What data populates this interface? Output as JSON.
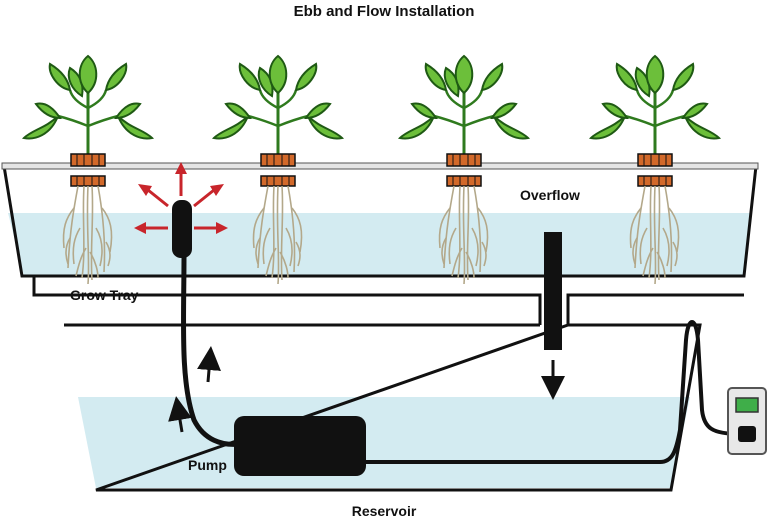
{
  "title": "Ebb and Flow Installation",
  "labels": {
    "grow_tray": "Grow Tray",
    "overflow": "Overflow",
    "pump": "Pump",
    "reservoir": "Reservoir"
  },
  "colors": {
    "water": "#d3ebf1",
    "outline": "#111111",
    "leaf": "#6cbf3a",
    "leaf_dark": "#2f7a1e",
    "pot": "#d2692a",
    "root": "#b3a88a",
    "arrow_red": "#c8252b",
    "timer_screen": "#3fae49"
  },
  "icons": {
    "flow_arrows": "arrow-icon",
    "spray_arrows": "red-arrow-icon",
    "timer": "outlet-timer-icon"
  }
}
